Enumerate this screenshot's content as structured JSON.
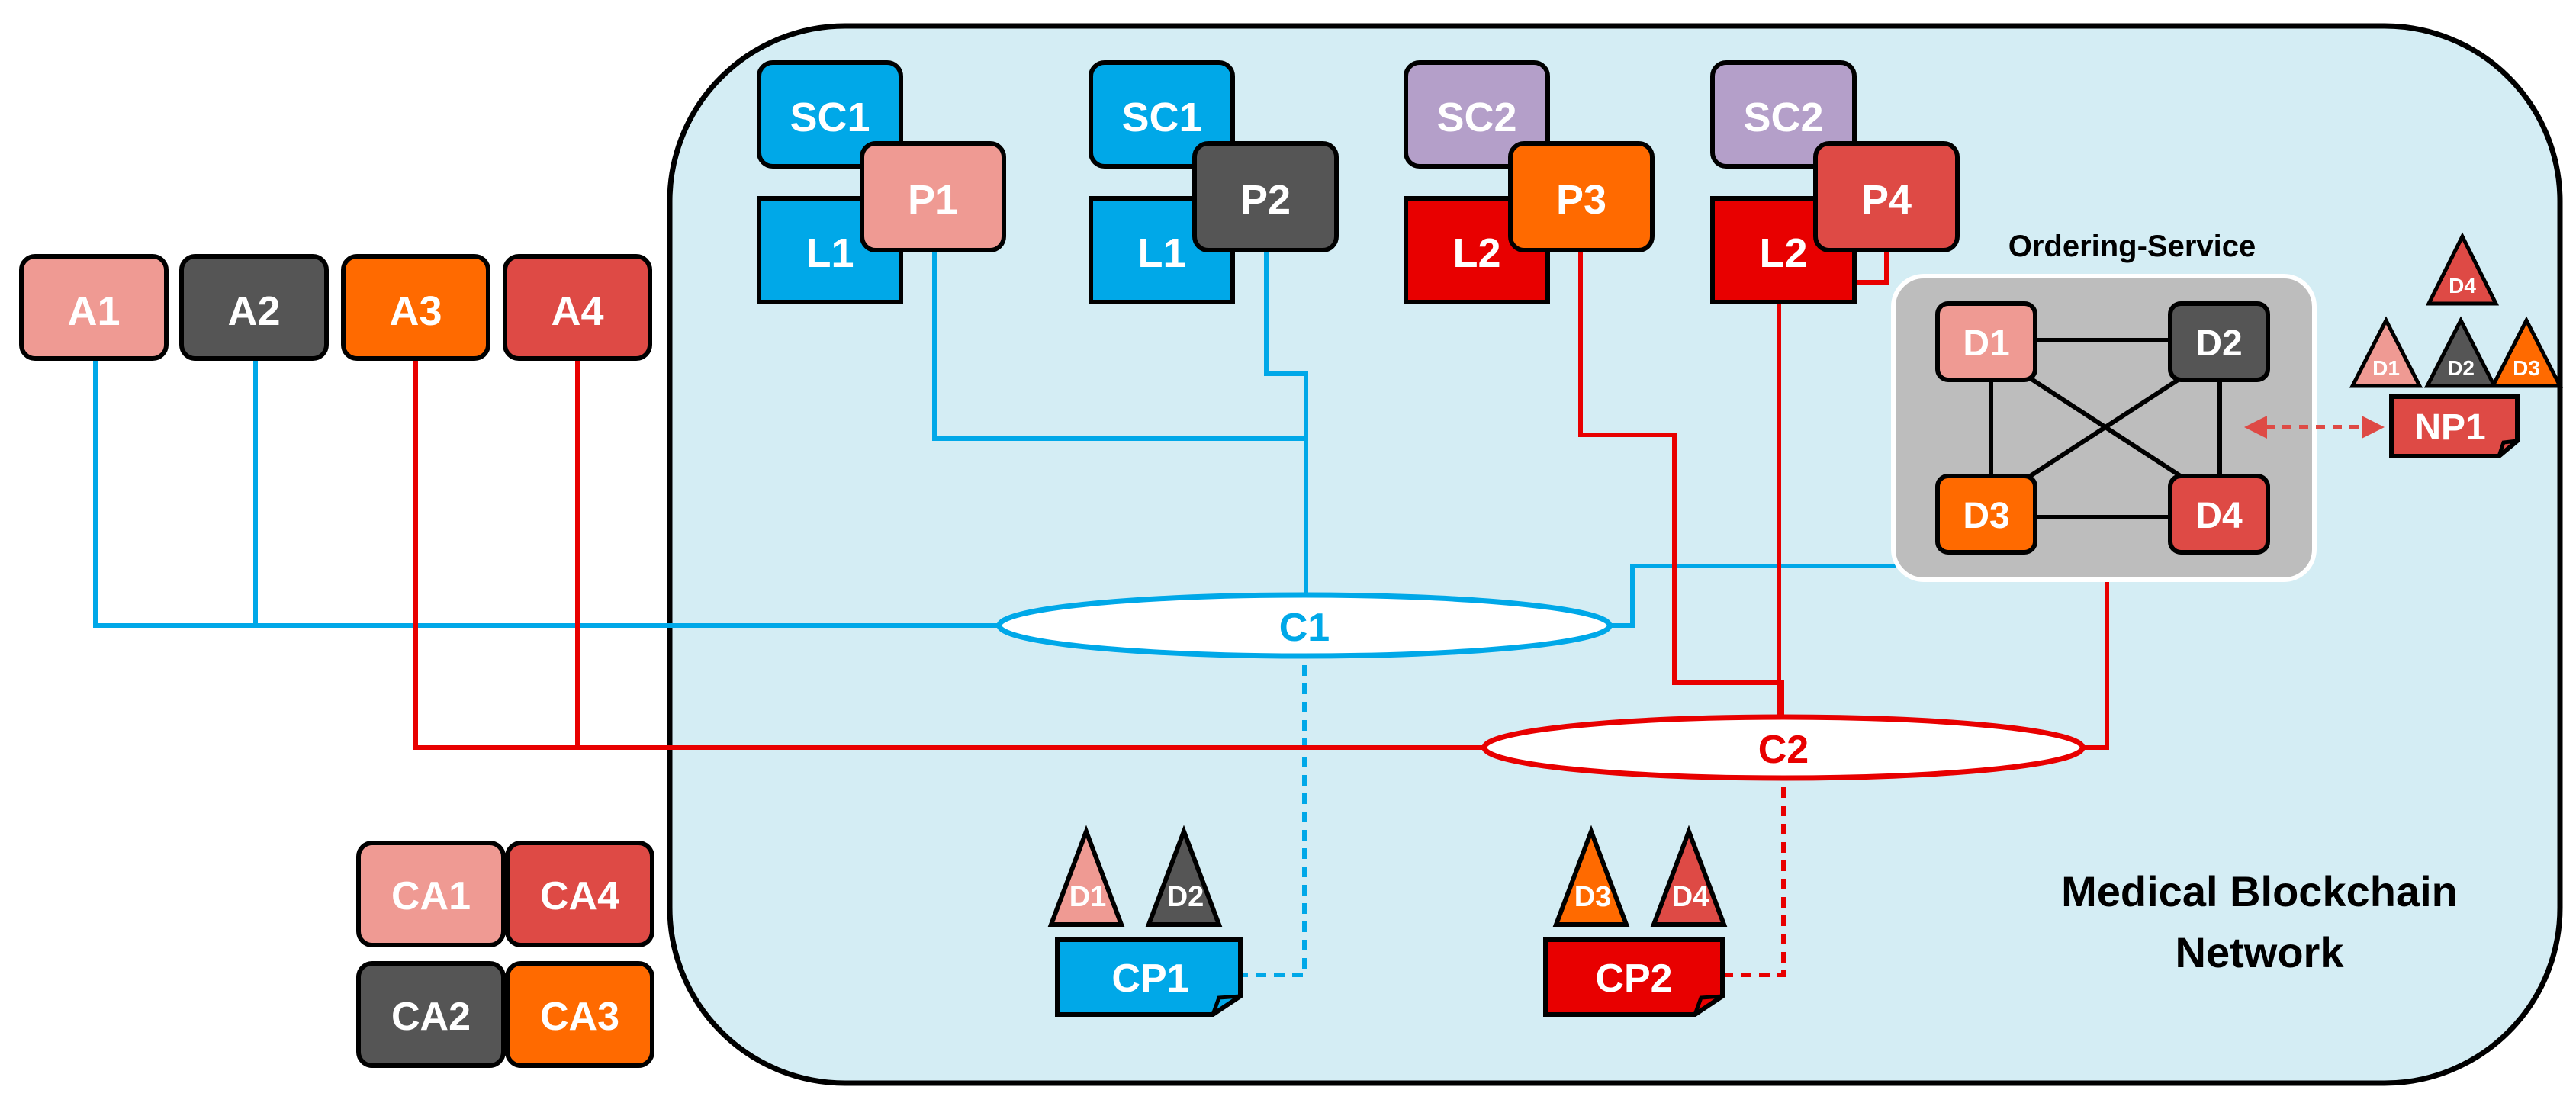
{
  "network": {
    "title_line1": "Medical Blockchain",
    "title_line2": "Network"
  },
  "ordering": {
    "title": "Ordering-Service",
    "nodes": [
      "D1",
      "D2",
      "D3",
      "D4"
    ]
  },
  "applications": [
    "A1",
    "A2",
    "A3",
    "A4"
  ],
  "peers": [
    {
      "contract": "SC1",
      "ledger": "L1",
      "peer": "P1"
    },
    {
      "contract": "SC1",
      "ledger": "L1",
      "peer": "P2"
    },
    {
      "contract": "SC2",
      "ledger": "L2",
      "peer": "P3"
    },
    {
      "contract": "SC2",
      "ledger": "L2",
      "peer": "P4"
    }
  ],
  "channels": [
    "C1",
    "C2"
  ],
  "channel_policies": [
    {
      "label": "CP1",
      "tags": [
        "D1",
        "D2"
      ]
    },
    {
      "label": "CP2",
      "tags": [
        "D3",
        "D4"
      ]
    }
  ],
  "network_policy": {
    "label": "NP1",
    "tags": [
      "D4",
      "D1",
      "D2",
      "D3"
    ]
  },
  "cas": [
    "CA1",
    "CA4",
    "CA2",
    "CA3"
  ],
  "colors": {
    "org1": "#EF9A93",
    "org2": "#555555",
    "org3": "#FF6A00",
    "org4": "#DE4A45",
    "blue": "#00A8E8",
    "red": "#E80000",
    "purple": "#B49FC9",
    "network_bg": "#D4EDF4",
    "ordering_bg": "#BDBDBD"
  }
}
